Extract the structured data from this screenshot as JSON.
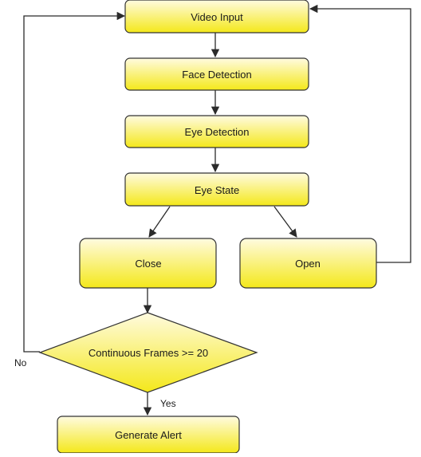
{
  "diagram": {
    "nodes": {
      "video_input": "Video Input",
      "face_detection": "Face Detection",
      "eye_detection": "Eye Detection",
      "eye_state": "Eye State",
      "close": "Close",
      "open": "Open",
      "decision": "Continuous Frames >= 20",
      "generate_alert": "Generate Alert"
    },
    "edge_labels": {
      "no": "No",
      "yes": "Yes"
    },
    "colors": {
      "node_fill_top": "#fffbe0",
      "node_fill_bottom": "#f4e81a",
      "node_stroke": "#333333",
      "edge": "#2b2b2b"
    }
  }
}
